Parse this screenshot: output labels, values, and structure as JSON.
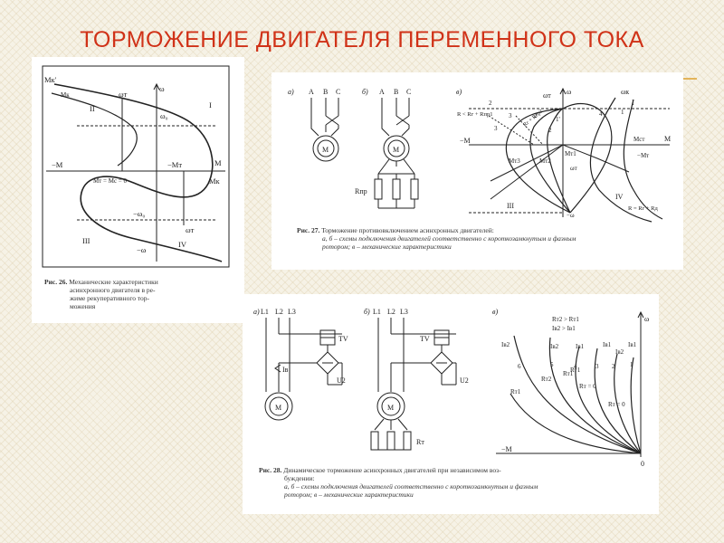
{
  "slide": {
    "title": "ТОРМОЖЕНИЕ ДВИГАТЕЛЯ ПЕРЕМЕННОГО ТОКА"
  },
  "fig26": {
    "caption_num": "Рис. 26.",
    "caption_lines": [
      "Механические характеристики",
      "асинхронного двигателя в ре-",
      "жиме рекуперативного тор-",
      "можения"
    ],
    "labels": {
      "mk_top": "Mк'",
      "mk_small": "Mк",
      "omega_axis": "ω",
      "omega_t": "ωт",
      "omega_0": "ω₀",
      "roman_1": "I",
      "roman_2": "II",
      "roman_3": "III",
      "roman_4": "IV",
      "m_right": "M",
      "m_left": "−M",
      "neg_mt": "−Mт",
      "mk_bottom": "Mк",
      "mt_eq": "Mт = Mс = 0",
      "neg_omega0": "−ω₀",
      "neg_omega": "−ω",
      "omega_t2": "ωт"
    }
  },
  "fig27": {
    "caption_num": "Рис. 27.",
    "caption_title": "Торможение противовключением асинхронных двигателей:",
    "caption_sub": [
      "а, б – схемы подключения двигателей соответственно с короткозамкнутым и фазным",
      "ротором; в – механические характеристики"
    ],
    "labels": {
      "a": "а)",
      "b": "б)",
      "v": "в)",
      "A1": "A",
      "B1": "B",
      "C1": "C",
      "A2": "A",
      "B2": "B",
      "C2": "C",
      "motor1": "М",
      "motor2": "М",
      "rpr": "Rпр",
      "omega_t": "ωт",
      "omega": "ω",
      "omega_k": "ωк",
      "neg_m": "−M",
      "m": "M",
      "mst": "Mст",
      "neg_mt": "−Mт",
      "mt1": "Mт1",
      "mt3": "Mт3",
      "mt2": "Mт2",
      "omega_t_bottom": "ωт",
      "neg_omega": "−ω",
      "r_left": "R < Rг + Rпр1",
      "r_pr2": "Rг + Rпр2",
      "r_right": "R = Rг + Rд",
      "roman_1": "I",
      "roman_3": "III",
      "roman_4": "IV",
      "n1": "1",
      "n2": "2",
      "n3": "3",
      "n4": "4",
      "n1p": "1'",
      "n2p": "2",
      "n3p": "3",
      "n_s": "2"
    }
  },
  "fig28": {
    "caption_num": "Рис. 28.",
    "caption_title": "Динамическое торможение асинхронных двигателей при независимом воз-",
    "caption_title2": "буждении:",
    "caption_sub": [
      "а, б – схемы подключения двигателей соответственно с короткозамкнутым и фазным",
      "ротором; в – механические характеристики"
    ],
    "labels": {
      "a": "а)",
      "b": "б)",
      "v": "в)",
      "L1a": "L1",
      "L2a": "L2",
      "L3a": "L3",
      "L1b": "L1",
      "L2b": "L2",
      "L3b": "L3",
      "tv1": "TV",
      "tv2": "TV",
      "ib": "Iв",
      "u2a": "U2",
      "u2b": "U2",
      "motor1": "М",
      "motor2": "М",
      "rt": "Rт",
      "omega": "ω",
      "neg_m": "−M",
      "zero": "0",
      "rel1": "Rт2 > Rт1",
      "rel2": "Iв2 > Iв1",
      "ib2a": "Iв2",
      "ib2b": "Iв2",
      "ib1a": "Iв1",
      "ib1b": "Iв1",
      "ib2c": "Iв2",
      "ib1c": "Iв1",
      "c6": "6",
      "c5": "5",
      "c4": "4",
      "c3": "3",
      "c2": "2",
      "c1": "1",
      "rt1a": "Rт1",
      "rt2a": "Rт2",
      "rt1b": "Rт1",
      "rt0a": "Rт = 0",
      "rt0b": "Rт = 0",
      "rt1c": "Rт1"
    }
  }
}
